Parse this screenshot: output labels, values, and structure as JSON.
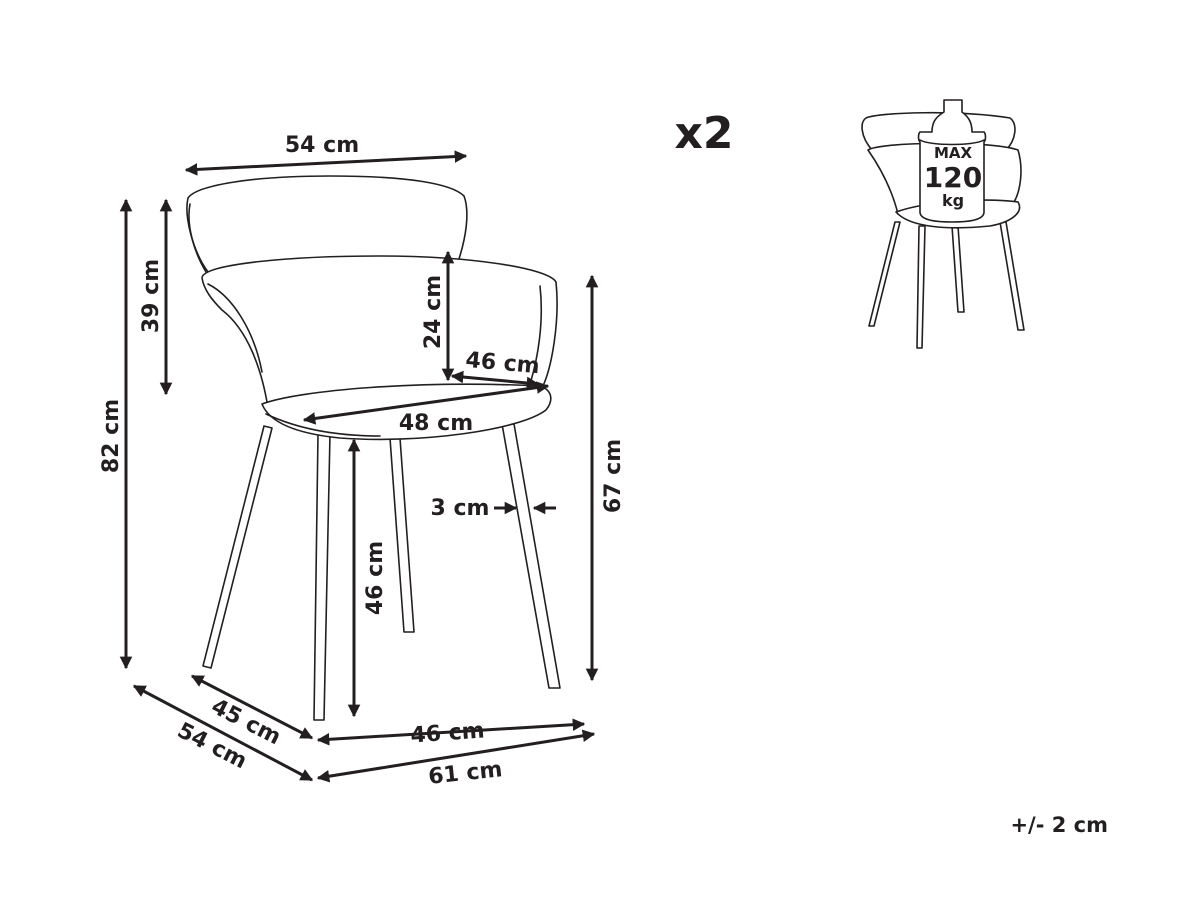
{
  "quantity": "x2",
  "tolerance": "+/- 2 cm",
  "load_badge": {
    "line1": "MAX",
    "line2": "120",
    "line3": "kg"
  },
  "dimensions": {
    "backrest_width": "54 cm",
    "total_height": "82 cm",
    "backrest_height": "39 cm",
    "armrest_height": "24 cm",
    "seat_depth": "46 cm",
    "seat_width": "48 cm",
    "leg_thickness": "3 cm",
    "seat_height": "46 cm",
    "armrest_floor_height": "67 cm",
    "base_depth": "45 cm",
    "total_depth": "54 cm",
    "base_width": "46 cm",
    "total_width": "61 cm"
  },
  "colors": {
    "line": "#231f20",
    "background": "#ffffff"
  }
}
